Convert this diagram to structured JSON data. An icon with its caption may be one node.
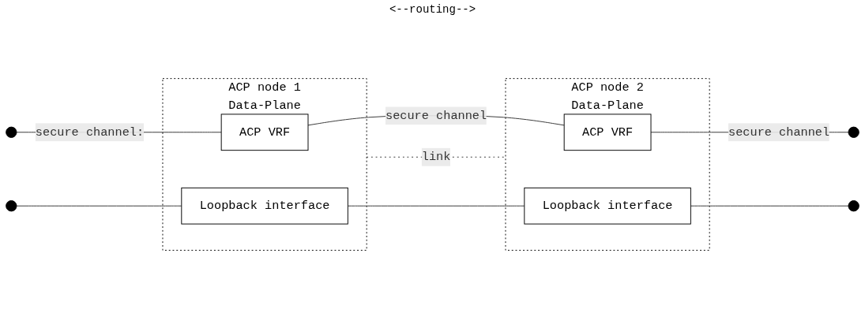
{
  "diagram": {
    "nodes": [
      {
        "text": [
          "ACP node 1",
          "Data-Plane"
        ]
      },
      {
        "text": [
          "ACP VRF"
        ],
        "in": 0
      },
      {
        "text": [
          "Loopback interface"
        ],
        "in": 0
      },
      {
        "text": [
          "ACP node 2",
          "Data-Plane"
        ]
      },
      {
        "text": [
          "ACP VRF"
        ],
        "in": 3
      },
      {
        "text": [
          "Loopback interface"
        ],
        "in": 3
      }
    ],
    "edges": [
      {
        "from": null,
        "to": 1,
        "arrow": "none",
        "label": "secure channel:"
      },
      {
        "from": 1,
        "to": 4,
        "arrow": "none",
        "label": "secure channel"
      },
      {
        "from": 4,
        "to": null,
        "arrow": "none",
        "label": "secure channel"
      },
      {
        "from": null,
        "to": 2,
        "arrow": "none"
      },
      {
        "from": 2,
        "to": 5,
        "arrow": "none"
      },
      {
        "from": 5,
        "to": null,
        "arrow": "none"
      },
      {
        "from": 0,
        "to": 3,
        "arrow": "none",
        "label": "link",
        "style": "dashed"
      }
    ],
    "labels": [
      "<--routing-->"
    ]
  }
}
